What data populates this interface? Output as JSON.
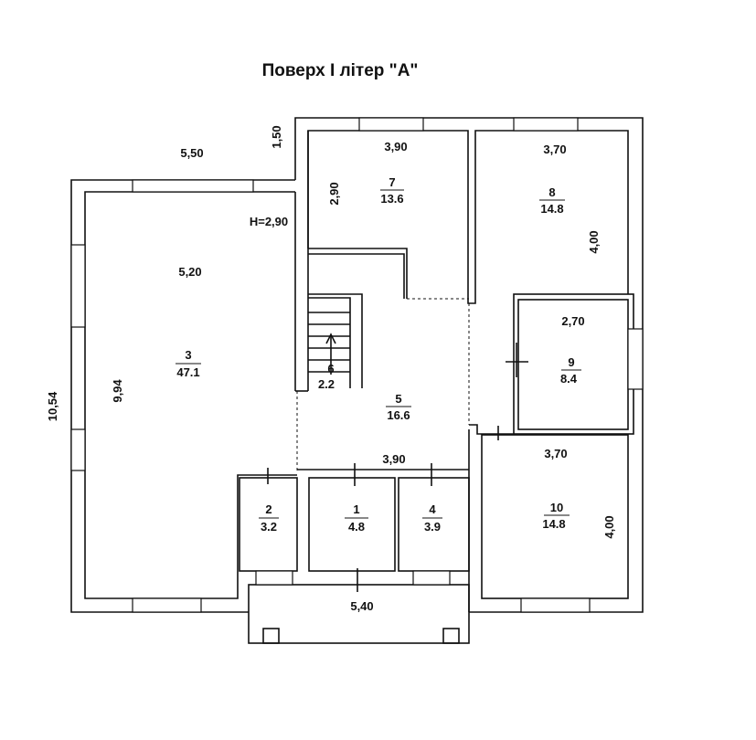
{
  "title": "Поверх І літер \"А\"",
  "height_label": "H=2,90",
  "dimensions": {
    "top_left_width": "5,50",
    "step_offset": "1,50",
    "room3_width": "5,20",
    "room3_length": "9,94",
    "overall_length": "10,54",
    "room7_width": "3,90",
    "room7_length": "2,90",
    "room8_width": "3,70",
    "room8_length": "4,00",
    "room9_width": "2,70",
    "hall_width": "3,90",
    "room10_width": "3,70",
    "room10_length": "4,00",
    "porch_width": "5,40"
  },
  "rooms": [
    {
      "number": "1",
      "area": "4.8"
    },
    {
      "number": "2",
      "area": "3.2"
    },
    {
      "number": "3",
      "area": "47.1"
    },
    {
      "number": "4",
      "area": "3.9"
    },
    {
      "number": "5",
      "area": "16.6"
    },
    {
      "number": "6",
      "area": "2.2"
    },
    {
      "number": "7",
      "area": "13.6"
    },
    {
      "number": "8",
      "area": "14.8"
    },
    {
      "number": "9",
      "area": "8.4"
    },
    {
      "number": "10",
      "area": "14.8"
    }
  ]
}
